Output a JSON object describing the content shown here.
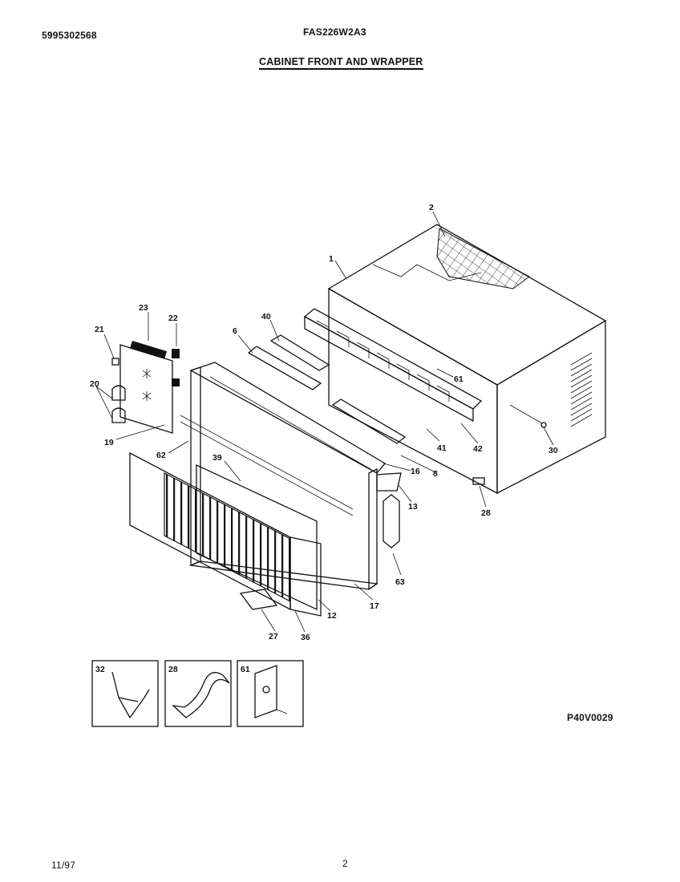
{
  "header": {
    "doc_number": "5995302568",
    "model": "FAS226W2A3",
    "title": "CABINET FRONT AND WRAPPER"
  },
  "diagram_code": "P40V0029",
  "footer": {
    "date": "11/97",
    "page": "2"
  },
  "callouts": {
    "c1": "1",
    "c2": "2",
    "c6": "6",
    "c8": "8",
    "c12": "12",
    "c13": "13",
    "c16": "16",
    "c17": "17",
    "c19": "19",
    "c20": "20",
    "c21": "21",
    "c22": "22",
    "c23": "23",
    "c27": "27",
    "c28": "28",
    "c30": "30",
    "c36": "36",
    "c39": "39",
    "c40": "40",
    "c41": "41",
    "c42": "42",
    "c61": "61",
    "c62": "62",
    "c63": "63"
  },
  "insets": {
    "inset32": "32",
    "inset28": "28",
    "inset61": "61"
  }
}
